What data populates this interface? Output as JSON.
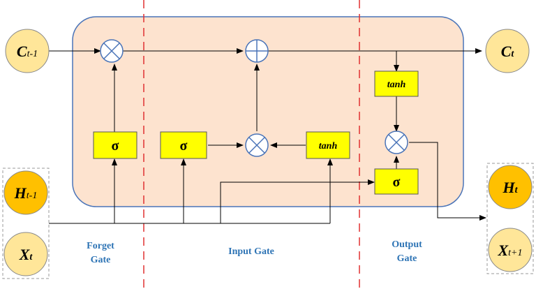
{
  "cells": {
    "c_prev": {
      "base": "C",
      "sub": "t-1"
    },
    "c_next": {
      "base": "C",
      "sub": "t"
    },
    "h_prev": {
      "base": "H",
      "sub": "t-1"
    },
    "x_curr": {
      "base": "X",
      "sub": "t"
    },
    "h_next": {
      "base": "H",
      "sub": "t"
    },
    "x_next": {
      "base": "X",
      "sub": "t+1"
    }
  },
  "activations": {
    "forget_sigma": "σ",
    "input_sigma": "σ",
    "input_tanh": "tanh",
    "output_tanh": "tanh",
    "output_sigma": "σ"
  },
  "gates": {
    "forget": [
      "Forget",
      "Gate"
    ],
    "input": [
      "Input Gate"
    ],
    "output": [
      "Output",
      "Gate"
    ]
  },
  "colors": {
    "cell_fill": "#fde3cf",
    "cell_stroke": "#4a74b8",
    "box_fill": "#ffff00",
    "node_fill": "#ffe699",
    "node_fill_dark": "#ffc000",
    "divider": "#e03030",
    "gate_text": "#2e74b5"
  }
}
